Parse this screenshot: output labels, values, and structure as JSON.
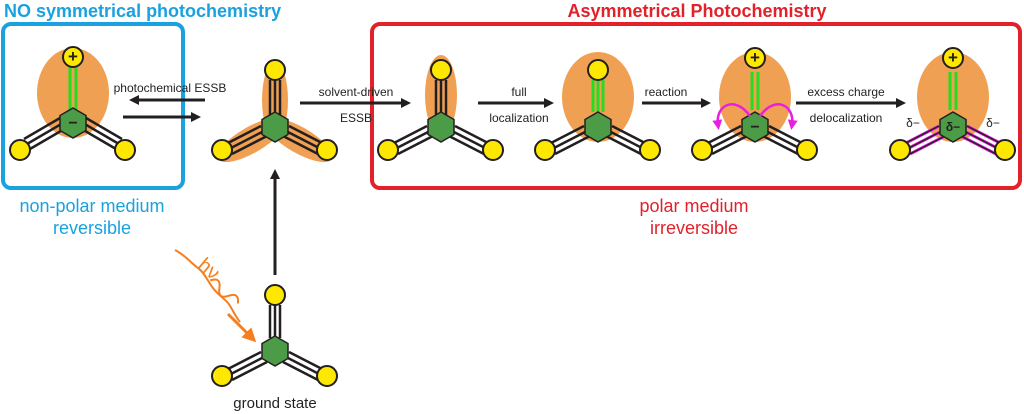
{
  "panels": {
    "symmetric": {
      "title": "NO symmetrical photochemistry",
      "medium_line1": "non-polar medium",
      "medium_line2": "reversible",
      "color": "#1aa1e0"
    },
    "asymmetric": {
      "title": "Asymmetrical Photochemistry",
      "medium_line1": "polar medium",
      "medium_line2": "irreversible",
      "color": "#e2212b"
    }
  },
  "arrows": {
    "photochemical": "photochemical ESSB",
    "solvent_line1": "solvent-driven",
    "solvent_line2": "ESSB",
    "full_line1": "full",
    "full_line2": "localization",
    "reaction": "reaction",
    "excess_line1": "excess charge",
    "excess_line2": "delocalization"
  },
  "excitation": {
    "label": "hν"
  },
  "ground_state": {
    "label": "ground state"
  },
  "charges": {
    "plus": "+",
    "minus": "−",
    "delta_minus": "δ−",
    "delta": "δ"
  },
  "colors": {
    "orange": "#f0a053",
    "green_hexagon": "#4b9b47",
    "yellow_ball": "#ffe800",
    "bright_green": "#22dd22",
    "magenta": "#e81ee0",
    "light_orange": "#f57f20"
  }
}
